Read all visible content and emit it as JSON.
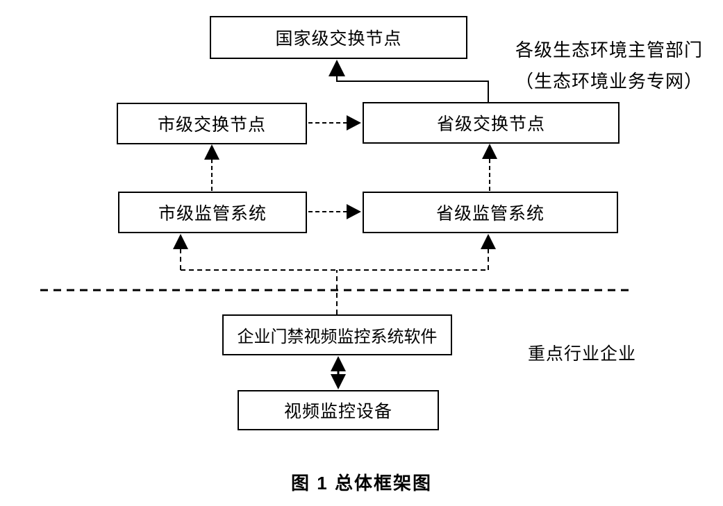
{
  "figure": {
    "caption": "图 1 总体框架图"
  },
  "nodes": [
    {
      "id": "national-exchange-node",
      "label": "国家级交换节点"
    },
    {
      "id": "city-exchange-node",
      "label": "市级交换节点"
    },
    {
      "id": "province-exchange-node",
      "label": "省级交换节点"
    },
    {
      "id": "city-supervision-system",
      "label": "市级监管系统"
    },
    {
      "id": "province-supervision-system",
      "label": "省级监管系统"
    },
    {
      "id": "enterprise-access-video-software",
      "label": "企业门禁视频监控系统软件"
    },
    {
      "id": "video-monitoring-device",
      "label": "视频监控设备"
    }
  ],
  "annotations": {
    "government_zone_line1": "各级生态环境主管部门",
    "government_zone_line2": "（生态环境业务专网）",
    "enterprise_zone": "重点行业企业"
  },
  "edges": [
    {
      "from": "province-exchange-node",
      "to": "national-exchange-node",
      "style": "solid",
      "arrow": "single"
    },
    {
      "from": "city-exchange-node",
      "to": "province-exchange-node",
      "style": "dashed",
      "arrow": "single"
    },
    {
      "from": "city-supervision-system",
      "to": "city-exchange-node",
      "style": "dashed",
      "arrow": "single"
    },
    {
      "from": "city-supervision-system",
      "to": "province-supervision-system",
      "style": "dashed",
      "arrow": "single"
    },
    {
      "from": "province-supervision-system",
      "to": "province-exchange-node",
      "style": "dashed",
      "arrow": "single"
    },
    {
      "from": "enterprise-access-video-software",
      "to": "city-supervision-system",
      "style": "dashed",
      "arrow": "single"
    },
    {
      "from": "enterprise-access-video-software",
      "to": "province-supervision-system",
      "style": "dashed",
      "arrow": "single"
    },
    {
      "from": "enterprise-access-video-software",
      "to": "video-monitoring-device",
      "style": "solid",
      "arrow": "double"
    }
  ],
  "colors": {
    "background": "#ffffff",
    "line": "#000000",
    "box_border": "#000000",
    "text": "#000000"
  }
}
